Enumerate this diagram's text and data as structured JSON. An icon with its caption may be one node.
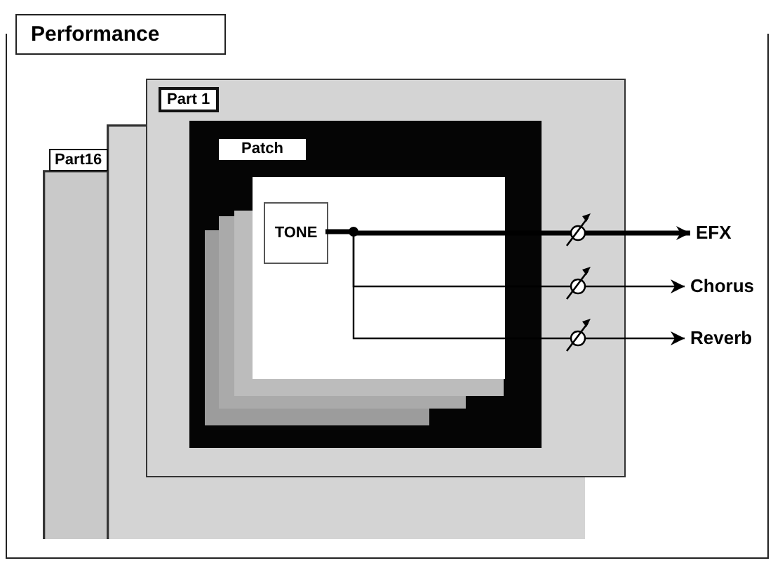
{
  "diagram": {
    "nodes": [
      {
        "text": [
          "Performance"
        ]
      },
      {
        "text": [
          "Part16"
        ],
        "in": 0
      },
      {
        "text": [],
        "shape": "box",
        "in": 0
      },
      {
        "text": [
          "Part 1"
        ],
        "in": 2
      },
      {
        "text": [
          "Patch"
        ],
        "in": 2
      },
      {
        "text": [
          "TONE"
        ],
        "in": 4
      },
      {
        "text": [
          "EFX"
        ],
        "in": 0
      },
      {
        "text": [
          "Chorus"
        ],
        "in": 0
      },
      {
        "text": [
          "Reverb"
        ],
        "in": 0
      }
    ],
    "edges": [
      {
        "from": 5,
        "to": 6,
        "arrow": "to",
        "style": "thick"
      },
      {
        "from": 5,
        "to": 7,
        "arrow": "to"
      },
      {
        "from": 5,
        "to": 8,
        "arrow": "to"
      }
    ]
  }
}
